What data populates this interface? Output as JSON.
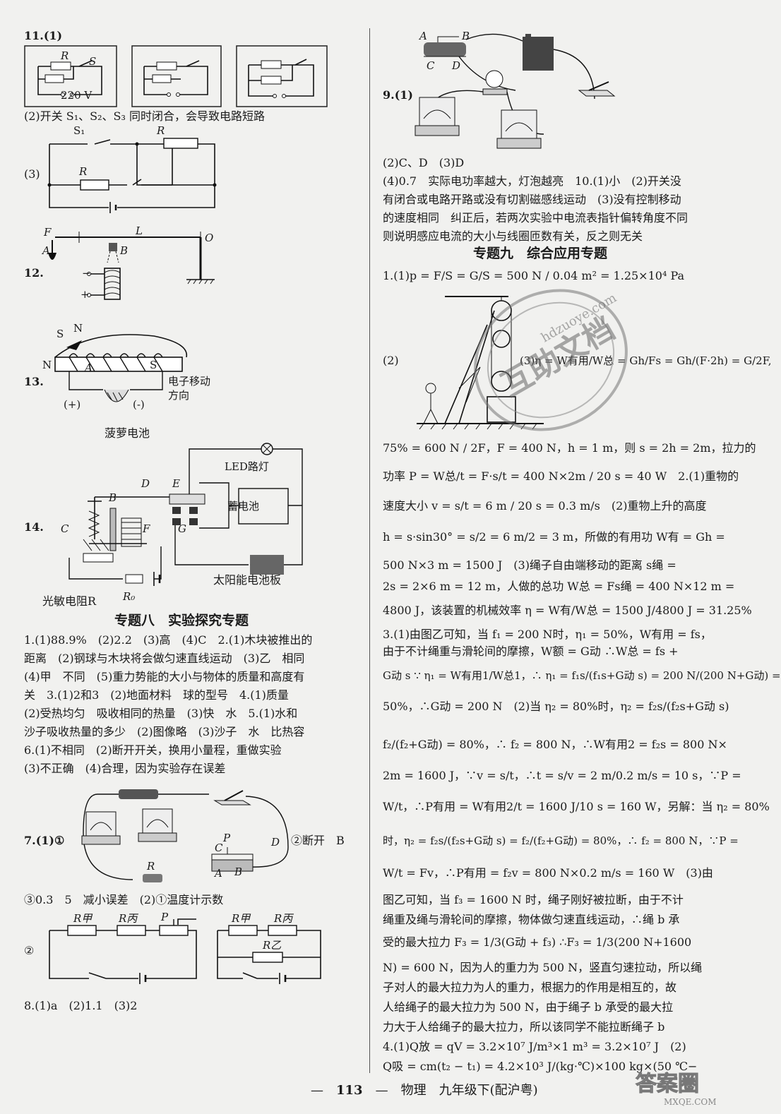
{
  "left": {
    "q11": {
      "num": "11.(1)",
      "fig_labels": {
        "r": "R",
        "s": "S",
        "v": "220 V"
      },
      "part2": "(2)开关 S₁、S₂、S₃ 同时闭合，会导致电路短路",
      "part3": "(3)",
      "circuit3": {
        "s1": "S₁",
        "r": "R"
      }
    },
    "q12": {
      "num": "12.",
      "labels": {
        "f": "F",
        "l": "L",
        "o": "O",
        "a": "A",
        "b": "B",
        "minus": "−",
        "plus": "+"
      }
    },
    "q13": {
      "num": "13.",
      "labels": {
        "s": "S",
        "n": "N",
        "a": "A",
        "pos": "(+)",
        "neg": "(-)"
      },
      "electron": "电子移动方向",
      "battery": "菠萝电池"
    },
    "q14": {
      "num": "14.",
      "labels": {
        "led": "LED路灯",
        "store": "蓄电池",
        "solar": "太阳能电池板",
        "photo": "光敏电阻R",
        "r0": "R₀",
        "b": "B",
        "c": "C",
        "d": "D",
        "e": "E",
        "f": "F",
        "g": "G"
      }
    },
    "topic8": {
      "title": "专题八　实验探究专题",
      "lines": [
        "1.(1)88.9%　(2)2.2　(3)高　(4)C　2.(1)木块被推出的",
        "距离　(2)钢球与木块将会做匀速直线运动　(3)乙　相同",
        "(4)甲　不同　(5)重力势能的大小与物体的质量和高度有",
        "关　3.(1)2和3　(2)地面材料　球的型号　4.(1)质量",
        "(2)受热均匀　吸收相同的热量　(3)快　水　5.(1)水和",
        "沙子吸收热量的多少　(2)图像略　(3)沙子　水　比热容",
        "6.(1)不相同　(2)断开开关，换用小量程，重做实验",
        "(3)不正确　(4)合理，因为实验存在误差"
      ],
      "q7_num": "7.(1)①",
      "q7_side": "②断开　B",
      "q7_labels": {
        "c": "C",
        "p": "P",
        "d": "D",
        "a": "A",
        "b": "B",
        "r": "R"
      },
      "q7_line2": "③0.3　5　减小误差　(2)①温度计示数",
      "q7_circle2": "②",
      "q7_r": {
        "jia": "R甲",
        "bing": "R丙",
        "yi": "R乙",
        "p": "P"
      },
      "q8": "8.(1)a　(2)1.1　(3)2"
    }
  },
  "right": {
    "q9": {
      "num": "9.(1)",
      "labels": {
        "a": "A",
        "b": "B",
        "c": "C",
        "d": "D"
      },
      "lines": [
        "(2)C、D　(3)D",
        "(4)0.7　实际电功率越大，灯泡越亮　10.(1)小　(2)开关没",
        "有闭合或电路开路或没有切割磁感线运动　(3)没有控制移动",
        "的速度相同　纠正后，若两次实验中电流表指针偏转角度不同",
        "则说明感应电流的大小与线圈匝数有关，反之则无关"
      ]
    },
    "topic9": {
      "title": "专题九　综合应用专题",
      "q1_line1": "1.(1)p = F/S = G/S = 500 N / 0.04 m² = 1.25×10⁴ Pa",
      "q1_part2": "(2)",
      "q1_part3": "(3)η = W有用/W总 = Gh/Fs = Gh/(F·2h) = G/2F,",
      "lines": [
        "75% = 600 N / 2F，F = 400 N，h = 1 m，则 s = 2h = 2m，拉力的",
        "功率 P = W总/t = F·s/t = 400 N×2m / 20 s = 40 W　2.(1)重物的",
        "速度大小 v = s/t = 6 m / 20 s = 0.3 m/s　(2)重物上升的高度",
        "h = s·sin30° = s/2 = 6 m/2 = 3 m，所做的有用功 W有 = Gh =",
        "500 N×3 m = 1500 J　(3)绳子自由端移动的距离 s绳 =",
        "2s = 2×6 m = 12 m，人做的总功 W总 = Fs绳 = 400 N×12 m =",
        "4800 J，该装置的机械效率 η = W有/W总 = 1500 J/4800 J = 31.25%",
        "3.(1)由图乙可知，当 f₁ = 200 N时，η₁ = 50%，W有用 = fs，",
        "由于不计绳重与滑轮间的摩擦，W额 = G动 ∴W总 = fs +",
        "G动 s ∵ η₁ = W有用1/W总1，∴ η₁ = f₁s/(f₁s+G动 s) = 200 N/(200 N+G动) =",
        "50%，∴G动 = 200 N　(2)当 η₂ = 80%时，η₂ = f₂s/(f₂s+G动 s)",
        "f₂/(f₂+G动) = 80%，∴ f₂ = 800 N，∴W有用2 = f₂s = 800 N×",
        "2m = 1600 J，∵v = s/t，∴t = s/v = 2 m/0.2 m/s = 10 s，∵P =",
        "W/t，∴P有用 = W有用2/t = 1600 J/10 s = 160 W，另解：当 η₂ = 80%",
        "时，η₂ = f₂s/(f₂s+G动 s) = f₂/(f₂+G动) = 80%，∴ f₂ = 800 N，∵P =",
        "W/t = Fv，∴P有用 = f₂v = 800 N×0.2 m/s = 160 W　(3)由",
        "图乙可知，当 f₃ = 1600 N 时，绳子刚好被拉断，由于不计",
        "绳重及绳与滑轮间的摩擦，物体做匀速直线运动，∴绳 b 承",
        "受的最大拉力 F₃ = 1/3(G动 + f₃) ∴F₃ = 1/3(200 N+1600",
        "N) = 600 N，因为人的重力为 500 N，竖直匀速拉动，所以绳",
        "子对人的最大拉力为人的重力，根据力的作用是相互的，故",
        "人给绳子的最大拉力为 500 N，由于绳子 b 承受的最大拉",
        "力大于人给绳子的最大拉力，所以该同学不能拉断绳子 b",
        "4.(1)Q放 = qV = 3.2×10⁷ J/m³×1 m³ = 3.2×10⁷ J　(2)",
        "Q吸 = cm(t₂ − t₁) = 4.2×10³ J/(kg·℃)×100 kg×(50 ℃−"
      ]
    }
  },
  "footer": {
    "page": "113",
    "subject": "物理　九年级下(配沪粤)"
  },
  "watermark": {
    "main": "互助文档",
    "url": "hdzuoye.com",
    "corner": "答案圈",
    "corner_url": "MXQE.COM"
  }
}
